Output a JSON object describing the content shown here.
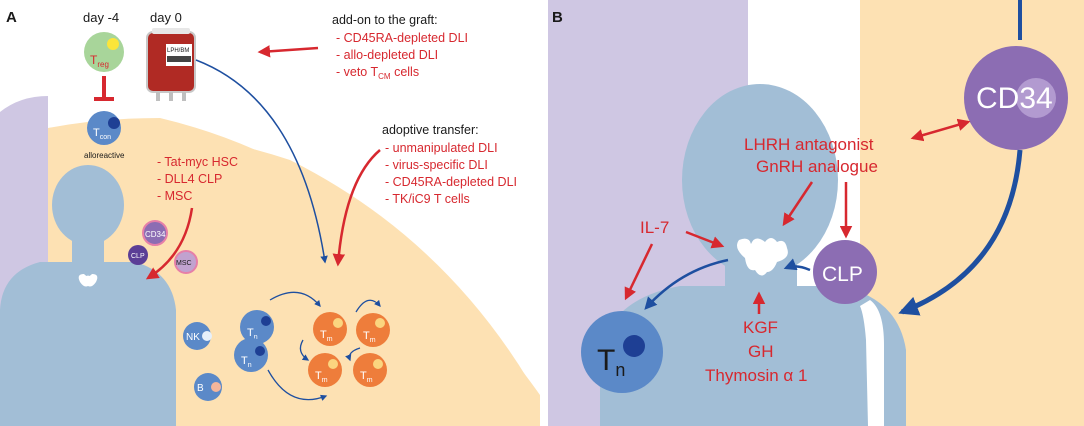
{
  "panel_a": {
    "label": "A",
    "day_minus4": "day -4",
    "day0": "day 0",
    "treg": {
      "main": "T",
      "sub": "reg"
    },
    "tcon": {
      "main": "T",
      "sub": "con"
    },
    "alloreactive": "alloreactive",
    "bag_label1": "LPH/BM",
    "graft_addon": {
      "title": "add-on to the graft:",
      "items": [
        "- CD45RA-depleted DLI",
        "- allo-depleted DLI",
        "- veto T"
      ],
      "veto_sub": "CM",
      "veto_tail": " cells"
    },
    "adoptive": {
      "title": "adoptive transfer:",
      "items": [
        "- unmanipulated DLI",
        "- virus-specific DLI",
        "- CD45RA-depleted DLI",
        "- TK/iC9 T cells"
      ]
    },
    "hsc_list": [
      "- Tat-myc HSC",
      "- DLL4 CLP",
      "- MSC"
    ],
    "cell_cd34": "CD34",
    "cell_clp": "CLP",
    "cell_msc": "MSC",
    "cell_nk": "NK",
    "cell_b": "B",
    "tn": {
      "main": "T",
      "sub": "n"
    },
    "tm": {
      "main": "T",
      "sub": "m"
    }
  },
  "panel_b": {
    "label": "B",
    "cd34": "CD34",
    "clp": "CLP",
    "lhrh": "LHRH antagonist",
    "gnrh": "GnRH analogue",
    "il7": "IL-7",
    "kgf": "KGF",
    "gh": "GH",
    "thymosin": "Thymosin α 1",
    "tn": {
      "main": "T",
      "sub": "n"
    }
  },
  "colors": {
    "peach": "#fde1b3",
    "lavender": "#cfc7e3",
    "silhouette": "#a2bed6",
    "blue_cell": "#5b89c8",
    "orange_cell": "#ee7d3b",
    "purple_cell": "#8c6db3",
    "red_arrow": "#d7282f",
    "blue_arrow": "#1e4fa0"
  }
}
